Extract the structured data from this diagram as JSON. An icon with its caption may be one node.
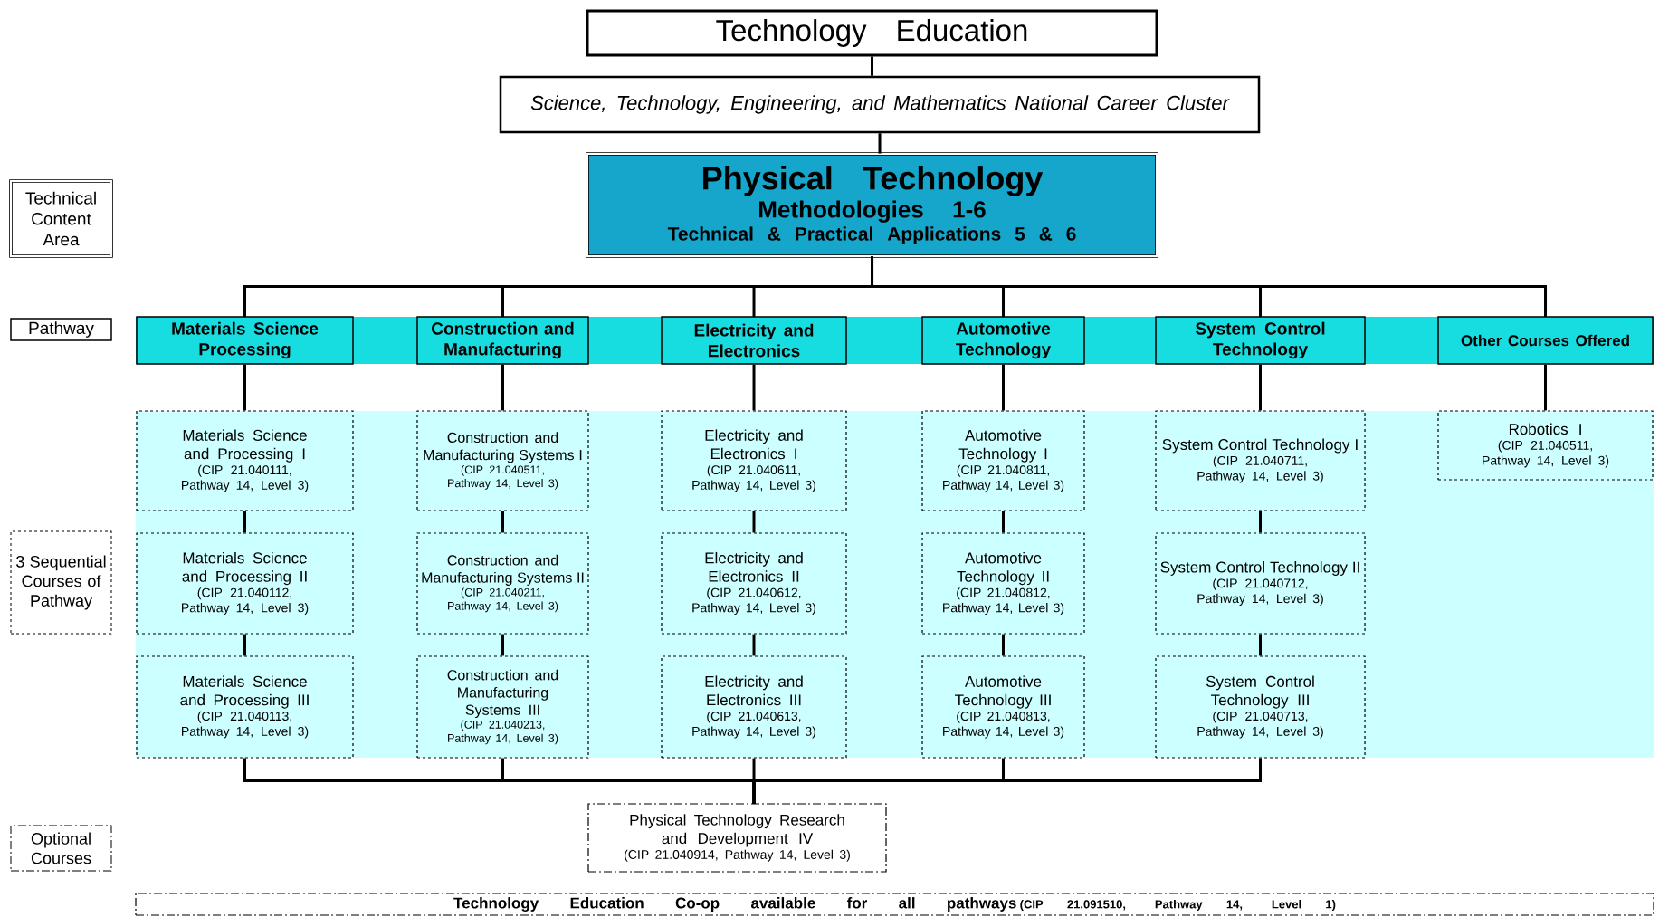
{
  "diagram": {
    "nodes": [
      {
        "text": [
          "Technology Education"
        ]
      },
      {
        "text": [
          "Science, Technology, Engineering, and Mathematics National Career Cluster"
        ]
      },
      {
        "text": [
          "Technical Content Area"
        ]
      },
      {
        "text": [
          "Physical Technology",
          "Methodologies 1-6",
          "Technical & Practical Applications 5 & 6"
        ]
      },
      {
        "text": [
          "Pathway"
        ]
      },
      {
        "text": [
          "Materials Science Processing"
        ]
      },
      {
        "text": [
          "Construction and Manufacturing"
        ]
      },
      {
        "text": [
          "Electricity and Electronics"
        ]
      },
      {
        "text": [
          "Automotive Technology"
        ]
      },
      {
        "text": [
          "System Control Technology"
        ]
      },
      {
        "text": [
          "Other Courses Offered"
        ]
      },
      {
        "text": [
          "3 Sequential Courses of Pathway"
        ]
      },
      {
        "text": [
          "Materials Science and Processing I",
          "(CIP 21.040111, Pathway 14, Level 3)"
        ]
      },
      {
        "text": [
          "Construction and Manufacturing Systems I",
          "(CIP 21.040511, Pathway 14, Level 3)"
        ]
      },
      {
        "text": [
          "Electricity and Electronics I",
          "(CIP 21.040611, Pathway 14, Level 3)"
        ]
      },
      {
        "text": [
          "Automotive Technology I",
          "(CIP 21.040811, Pathway 14, Level 3)"
        ]
      },
      {
        "text": [
          "System Control Technology I",
          "(CIP 21.040711, Pathway 14, Level 3)"
        ]
      },
      {
        "text": [
          "Robotics I",
          "(CIP 21.040511, Pathway 14, Level 3)"
        ]
      },
      {
        "text": [
          "Materials Science and Processing II",
          "(CIP 21.040112, Pathway 14, Level 3)"
        ]
      },
      {
        "text": [
          "Construction and Manufacturing Systems II",
          "(CIP 21.040211, Pathway 14, Level 3)"
        ]
      },
      {
        "text": [
          "Electricity and Electronics II",
          "(CIP 21.040612, Pathway 14, Level 3)"
        ]
      },
      {
        "text": [
          "Automotive Technology II",
          "(CIP 21.040812, Pathway 14, Level 3)"
        ]
      },
      {
        "text": [
          "System Control Technology II",
          "(CIP 21.040712, Pathway 14, Level 3)"
        ]
      },
      {
        "text": [
          "Materials Science and Processing III",
          "(CIP 21.040113, Pathway 14, Level 3)"
        ]
      },
      {
        "text": [
          "Construction and Manufacturing Systems III",
          "(CIP 21.040213, Pathway 14, Level 3)"
        ]
      },
      {
        "text": [
          "Electricity and Electronics III",
          "(CIP 21.040613, Pathway 14, Level 3)"
        ]
      },
      {
        "text": [
          "Automotive Technology III",
          "(CIP 21.040813, Pathway 14, Level 3)"
        ]
      },
      {
        "text": [
          "System Control Technology III",
          "(CIP 21.040713, Pathway 14, Level 3)"
        ]
      },
      {
        "text": [
          "Optional Courses"
        ]
      },
      {
        "text": [
          "Physical Technology Research and Development IV",
          "(CIP 21.040914, Pathway 14, Level 3)"
        ]
      },
      {
        "text": [
          "Technology Education Co-op available for all pathways",
          "(CIP 21.091510, Pathway 14, Level 1)"
        ]
      }
    ],
    "edges": [
      {
        "from": 0,
        "to": 1,
        "arrow": "none"
      },
      {
        "from": 1,
        "to": 3,
        "arrow": "none"
      },
      {
        "from": 3,
        "to": 5,
        "arrow": "none"
      },
      {
        "from": 3,
        "to": 6,
        "arrow": "none"
      },
      {
        "from": 3,
        "to": 7,
        "arrow": "none"
      },
      {
        "from": 3,
        "to": 8,
        "arrow": "none"
      },
      {
        "from": 3,
        "to": 9,
        "arrow": "none"
      },
      {
        "from": 3,
        "to": 10,
        "arrow": "none"
      },
      {
        "from": 5,
        "to": 12,
        "arrow": "none"
      },
      {
        "from": 6,
        "to": 13,
        "arrow": "none"
      },
      {
        "from": 7,
        "to": 14,
        "arrow": "none"
      },
      {
        "from": 8,
        "to": 15,
        "arrow": "none"
      },
      {
        "from": 9,
        "to": 16,
        "arrow": "none"
      },
      {
        "from": 10,
        "to": 17,
        "arrow": "none"
      },
      {
        "from": 12,
        "to": 18,
        "arrow": "none"
      },
      {
        "from": 13,
        "to": 19,
        "arrow": "none"
      },
      {
        "from": 14,
        "to": 20,
        "arrow": "none"
      },
      {
        "from": 15,
        "to": 21,
        "arrow": "none"
      },
      {
        "from": 16,
        "to": 22,
        "arrow": "none"
      },
      {
        "from": 18,
        "to": 23,
        "arrow": "none"
      },
      {
        "from": 19,
        "to": 24,
        "arrow": "none"
      },
      {
        "from": 20,
        "to": 25,
        "arrow": "none"
      },
      {
        "from": 21,
        "to": 26,
        "arrow": "none"
      },
      {
        "from": 22,
        "to": 27,
        "arrow": "none"
      },
      {
        "from": 23,
        "to": 29,
        "arrow": "none"
      },
      {
        "from": 24,
        "to": 29,
        "arrow": "none"
      },
      {
        "from": 25,
        "to": 29,
        "arrow": "none"
      },
      {
        "from": 26,
        "to": 29,
        "arrow": "none"
      },
      {
        "from": 27,
        "to": 29,
        "arrow": "none"
      }
    ]
  }
}
